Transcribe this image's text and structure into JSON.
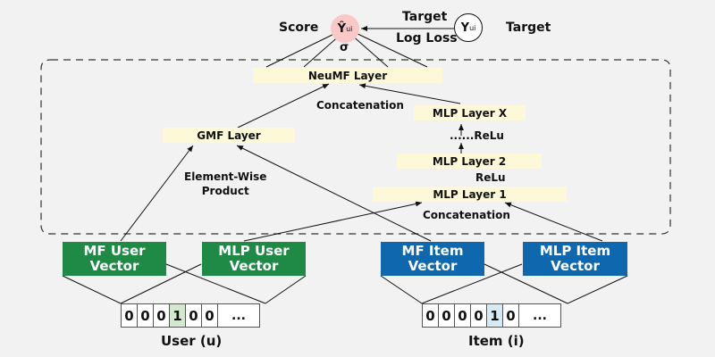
{
  "output": {
    "score_label": "Score",
    "prediction_symbol": "Ŷ",
    "prediction_subscript": "ui",
    "sigma": "σ",
    "loss_label_top": "Target",
    "loss_label_bottom": "Log Loss",
    "target_symbol": "Y",
    "target_subscript": "ui",
    "target_label": "Target"
  },
  "layers": {
    "neumf": "NeuMF Layer",
    "gmf": "GMF Layer",
    "mlp_x": "MLP Layer X",
    "mlp_2": "MLP Layer 2",
    "mlp_1": "MLP Layer 1"
  },
  "annotations": {
    "neumf_concat": "Concatenation",
    "element_wise": "Element-Wise\nProduct",
    "relu_dots": "......ReLu",
    "relu_2": "ReLu",
    "mlp_concat": "Concatenation"
  },
  "vectors": {
    "mf_user": "MF User\nVector",
    "mlp_user": "MLP User\nVector",
    "mf_item": "MF Item\nVector",
    "mlp_item": "MLP Item\nVector"
  },
  "inputs": {
    "user": {
      "label": "User (u)",
      "cells": [
        "0",
        "0",
        "0",
        "1",
        "0",
        "0"
      ],
      "active_index": 3,
      "ellipsis": "..."
    },
    "item": {
      "label": "Item (i)",
      "cells": [
        "0",
        "0",
        "0",
        "0",
        "1",
        "0"
      ],
      "active_index": 4,
      "ellipsis": "..."
    }
  },
  "colors": {
    "user_green": "#1e8a45",
    "item_blue": "#0f67ad",
    "layer_yellow": "#fdf8d8",
    "prediction_pink": "#f8c9c6",
    "user_highlight": "#d4e8cf",
    "item_highlight": "#d5e9f7"
  }
}
